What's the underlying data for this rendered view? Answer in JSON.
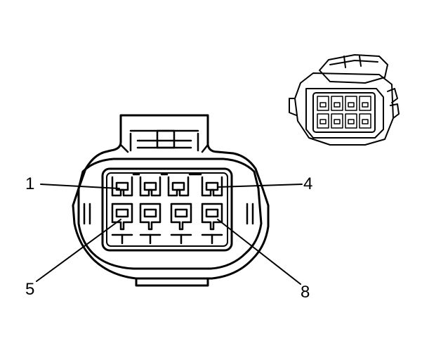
{
  "diagram": {
    "labels": {
      "pin1": "1",
      "pin4": "4",
      "pin5": "5",
      "pin8": "8"
    }
  }
}
